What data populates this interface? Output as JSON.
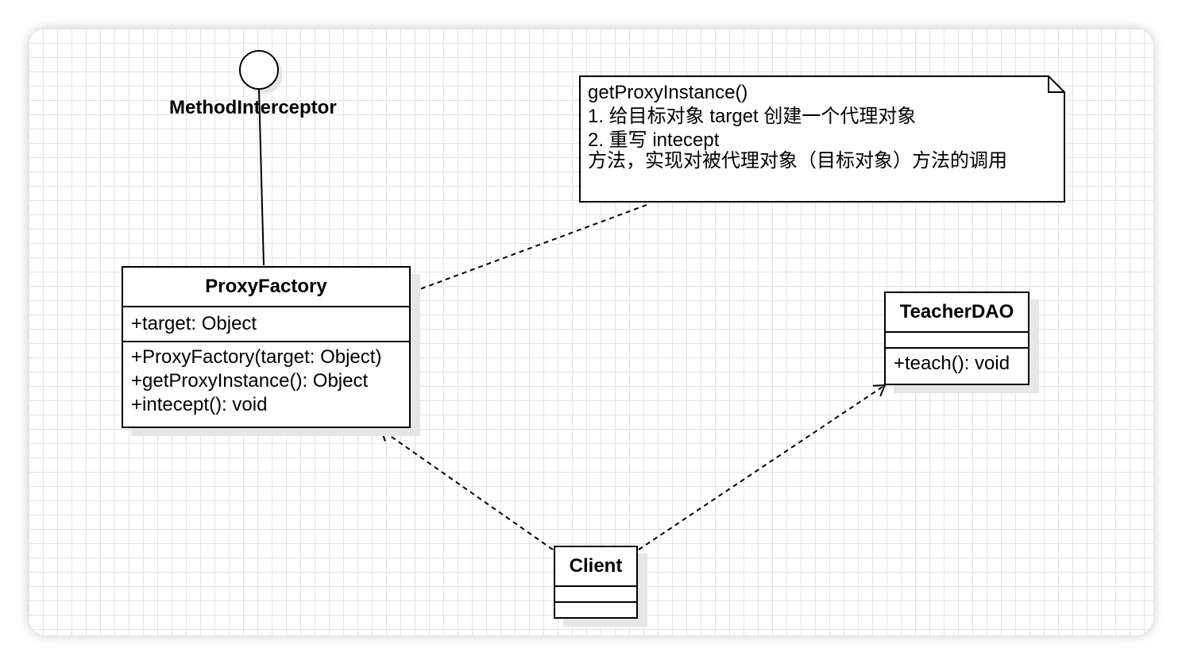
{
  "interface": {
    "label": "MethodInterceptor"
  },
  "note": {
    "lines": [
      "getProxyInstance()",
      "1. 给目标对象 target 创建一个代理对象",
      "2. 重写 intecept",
      "方法，实现对被代理对象（目标对象）方法的调用"
    ]
  },
  "proxy_factory": {
    "name": "ProxyFactory",
    "attributes": [
      "+target: Object"
    ],
    "operations": [
      "+ProxyFactory(target: Object)",
      "+getProxyInstance(): Object",
      "+intecept(): void"
    ]
  },
  "teacher_dao": {
    "name": "TeacherDAO",
    "operations": [
      "+teach(): void"
    ]
  },
  "client": {
    "name": "Client"
  }
}
